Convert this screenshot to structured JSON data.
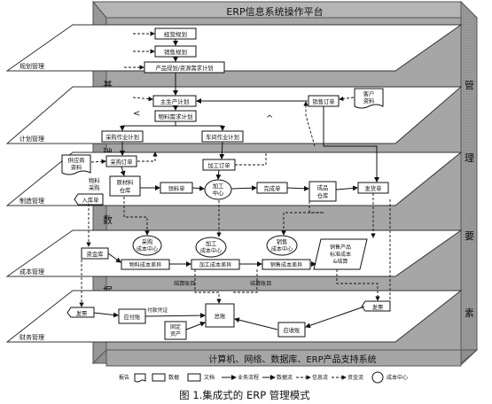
{
  "platform_title": "ERP信息系统操作平台",
  "bottom_bar": "计算机、网络、数据库、ERP产品支持系统",
  "caption": "图 1.集成式的 ERP 管理模式",
  "side_left": [
    "基",
    "础",
    "数",
    "据"
  ],
  "side_right": [
    "管",
    "理",
    "要",
    "素"
  ],
  "planes": [
    "规划管理",
    "计划管理",
    "制造管理",
    "成本管理",
    "财务管理"
  ],
  "planning": [
    "经营规划",
    "销售规划",
    "产品规划/资源需求计划"
  ],
  "plan": {
    "mps": "主生产计划",
    "mrp": "物料需求计划",
    "purchase_plan": "采购作业计划",
    "workshop_plan": "车间作业计划",
    "sales_order": "销售订单",
    "customer": "客户\n资料",
    "lt": "<",
    "caret": "^"
  },
  "mfg": {
    "supplier": "供应商\n资料",
    "po": "采购订单",
    "purchase": "物料\n采购",
    "receive": "入库单",
    "raw": "原材料\n仓库",
    "issue": "领料单",
    "process_order": "加工订单",
    "center": "加工\n中心",
    "finish_in": "完成单",
    "fg": "成品\n仓库",
    "ship": "发货单"
  },
  "cost": {
    "stock": "资金库",
    "purchase_cost": "采购\n成本中心",
    "process_cost": "加工\n成本中心",
    "sales_cost": "销售\n成本中心",
    "mat_cost": "物料成本差异",
    "prod_cost": "加工成本差异",
    "sales_cost_diff": "销售成本差异",
    "prod_acct": "销售产品\n标准成本\n&结算",
    "bill": "结算账目",
    "bill2": "结算账目"
  },
  "finance": {
    "invoice": "发票",
    "invoice2": "发票",
    "ap": "应付账",
    "payment": "付款凭证",
    "gl": "总账",
    "fixed": "固定\n资产",
    "ar": "应收账"
  },
  "legend": [
    {
      "label": "报告",
      "kind": "doc"
    },
    {
      "label": "数据",
      "kind": "box"
    },
    {
      "label": "文档",
      "kind": "doc2"
    },
    {
      "label": "业务流程",
      "kind": "arrow"
    },
    {
      "label": "数据流",
      "kind": "darrow"
    },
    {
      "label": "信息流",
      "kind": "dash"
    },
    {
      "label": "资金流",
      "kind": "dotarrow"
    },
    {
      "label": "成本中心",
      "kind": "circle"
    }
  ]
}
